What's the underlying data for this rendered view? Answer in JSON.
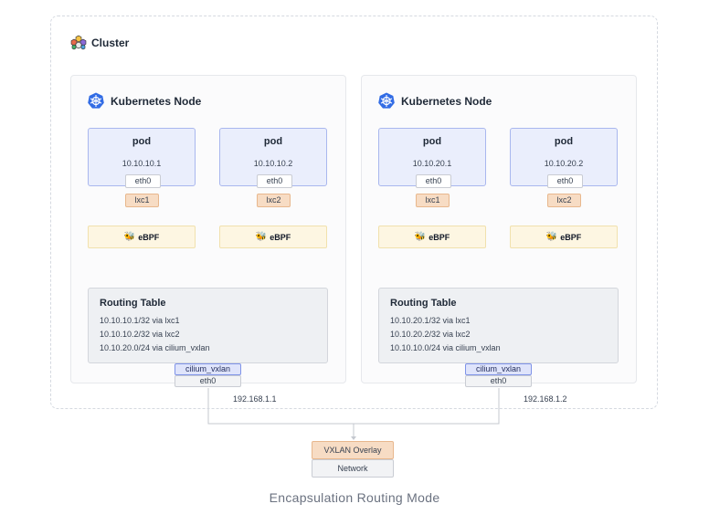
{
  "cluster": {
    "title": "Cluster",
    "icon": "cluster-logo-icon"
  },
  "nodes": [
    {
      "title": "Kubernetes Node",
      "icon": "kubernetes-wheel-icon",
      "pods": [
        {
          "title": "pod",
          "ip": "10.10.10.1",
          "eth": "eth0",
          "lxc": "lxc1",
          "ebpf": "eBPF"
        },
        {
          "title": "pod",
          "ip": "10.10.10.2",
          "eth": "eth0",
          "lxc": "lxc2",
          "ebpf": "eBPF"
        }
      ],
      "routing": {
        "title": "Routing Table",
        "routes": [
          "10.10.10.1/32 via lxc1",
          "10.10.10.2/32 via lxc2",
          "10.10.20.0/24 via cilium_vxlan"
        ]
      },
      "vxlan": "cilium_vxlan",
      "eth": "eth0",
      "node_ip": "192.168.1.1"
    },
    {
      "title": "Kubernetes Node",
      "icon": "kubernetes-wheel-icon",
      "pods": [
        {
          "title": "pod",
          "ip": "10.10.20.1",
          "eth": "eth0",
          "lxc": "lxc1",
          "ebpf": "eBPF"
        },
        {
          "title": "pod",
          "ip": "10.10.20.2",
          "eth": "eth0",
          "lxc": "lxc2",
          "ebpf": "eBPF"
        }
      ],
      "routing": {
        "title": "Routing Table",
        "routes": [
          "10.10.20.1/32 via lxc1",
          "10.10.20.2/32 via lxc2",
          "10.10.10.0/24 via cilium_vxlan"
        ]
      },
      "vxlan": "cilium_vxlan",
      "eth": "eth0",
      "node_ip": "192.168.1.2"
    }
  ],
  "overlay": {
    "label": "VXLAN Overlay",
    "network": "Network"
  },
  "caption": "Encapsulation Routing Mode",
  "colors": {
    "pod_fill": "#eaeefc",
    "pod_border": "#a9b7ee",
    "lxc_fill": "#f7dcc4",
    "ebpf_fill": "#fdf6e2",
    "routing_fill": "#eef0f3",
    "vxlan_fill": "#dfe4fb",
    "kubernetes_blue": "#326ce5"
  }
}
